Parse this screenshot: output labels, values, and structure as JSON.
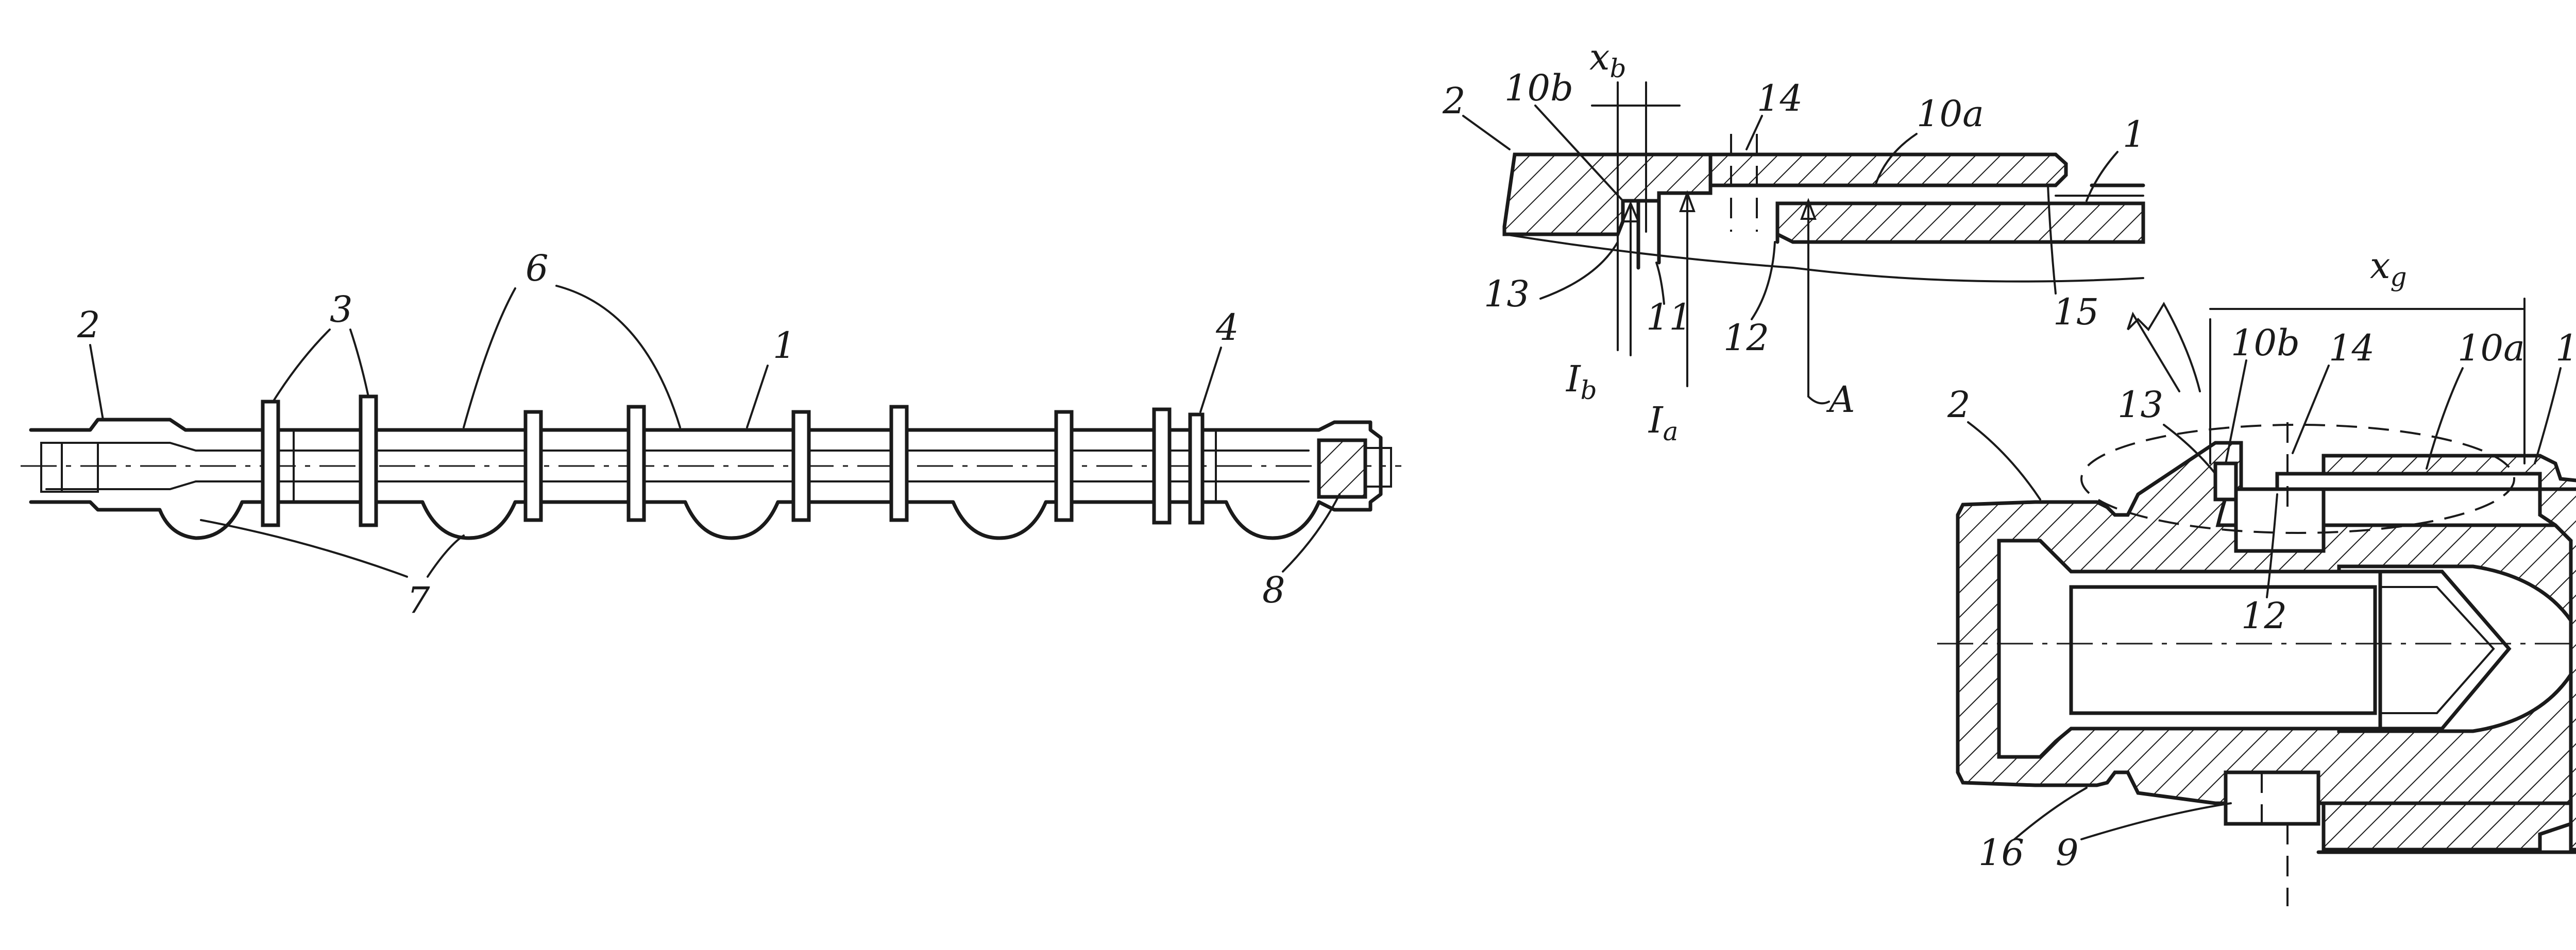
{
  "figure1": {
    "labels": {
      "l2": "2",
      "l3": "3",
      "l6": "6",
      "l1": "1",
      "l4": "4",
      "l7": "7",
      "l8": "8"
    }
  },
  "figure2": {
    "labels": {
      "l2": "2",
      "l10b": "10b",
      "lxb": "x",
      "lxb_sub": "b",
      "l14": "14",
      "l10a": "10a",
      "l1": "1",
      "l13": "13",
      "l11": "11",
      "l12": "12",
      "l15": "15",
      "lIb": "I",
      "lIb_sub": "b",
      "lIa": "I",
      "lIa_sub": "a",
      "lA": "A"
    }
  },
  "figure3": {
    "labels": {
      "lxg": "x",
      "lxg_sub": "g",
      "l10b": "10b",
      "l14": "14",
      "l10a": "10a",
      "l15": "15",
      "l1": "1",
      "l2": "2",
      "l13": "13",
      "l12": "12",
      "l16": "16",
      "l9": "9"
    }
  }
}
